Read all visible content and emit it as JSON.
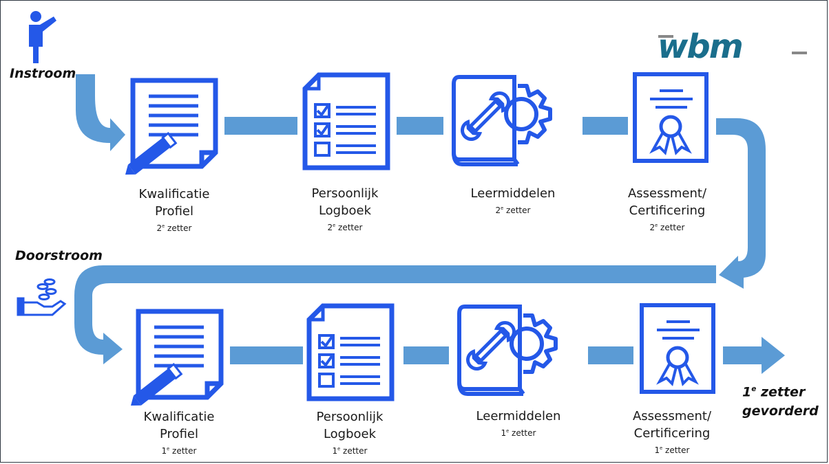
{
  "logo": {
    "text": "wbm"
  },
  "labels": {
    "instroom": "Instroom",
    "doorstroom": "Doorstroom",
    "final_1": "1",
    "final_sup": "e",
    "final_2": " zetter",
    "final_3": "gevorderd"
  },
  "rows": [
    {
      "level_num": "2",
      "level_sup": "e",
      "level_text": " zetter",
      "steps": [
        {
          "line1": "Kwalificatie",
          "line2": "Profiel",
          "icon": "document-pencil-icon"
        },
        {
          "line1": "Persoonlijk",
          "line2": "Logboek",
          "icon": "checklist-icon"
        },
        {
          "line1": "Leermiddelen",
          "line2": "",
          "icon": "book-wrench-gear-icon"
        },
        {
          "line1": "Assessment/",
          "line2": "Certificering",
          "icon": "certificate-icon"
        }
      ]
    },
    {
      "level_num": "1",
      "level_sup": "e",
      "level_text": " zetter",
      "steps": [
        {
          "line1": "Kwalificatie",
          "line2": "Profiel",
          "icon": "document-pencil-icon"
        },
        {
          "line1": "Persoonlijk",
          "line2": "Logboek",
          "icon": "checklist-icon"
        },
        {
          "line1": "Leermiddelen",
          "line2": "",
          "icon": "book-wrench-gear-icon"
        },
        {
          "line1": "Assessment/",
          "line2": "Certificering",
          "icon": "certificate-icon"
        }
      ]
    }
  ],
  "colors": {
    "icon_blue": "#2458e8",
    "arrow_blue": "#5b9bd5",
    "logo_teal": "#1a6e8c"
  }
}
